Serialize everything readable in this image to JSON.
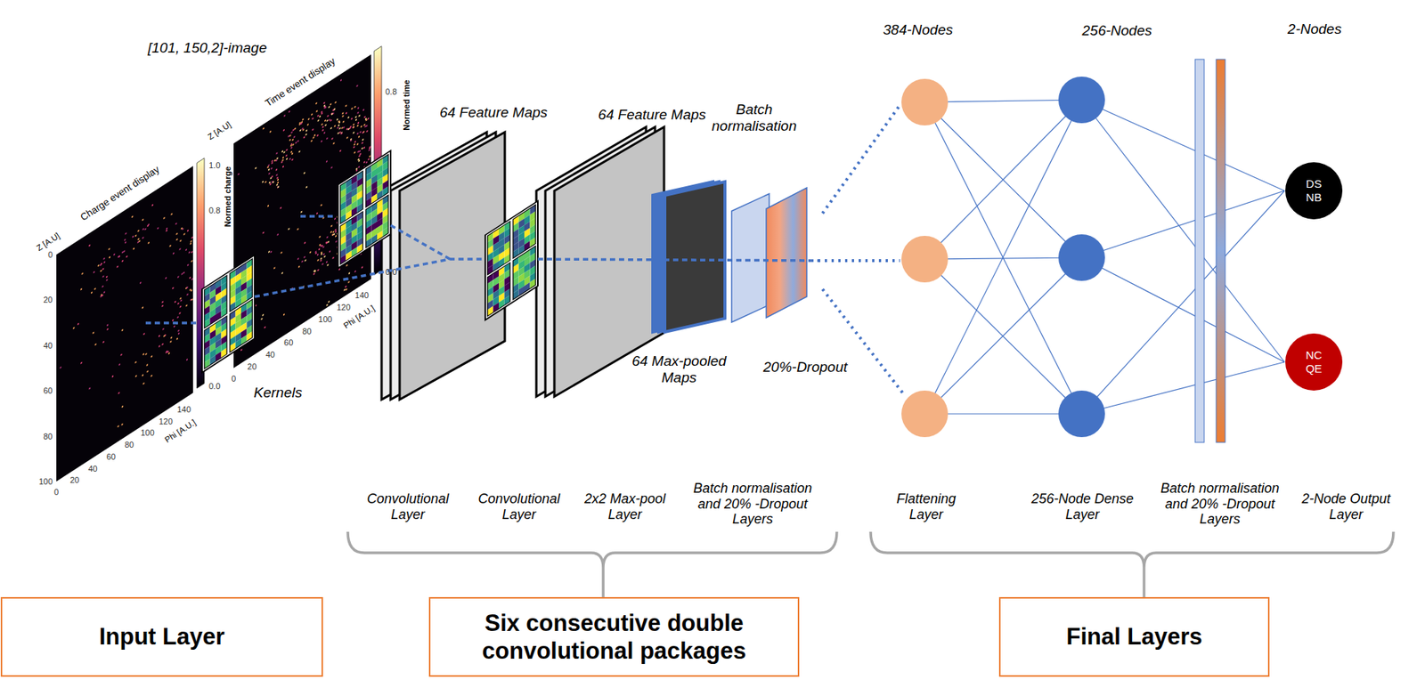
{
  "diagram": {
    "nodes": [
      {
        "text": [
          "DS NB"
        ]
      },
      {
        "text": [
          "NC QE"
        ]
      },
      {
        "text": [
          "Input Layer"
        ]
      },
      {
        "text": [
          "Six consecutive double convolutional packages"
        ]
      },
      {
        "text": [
          "Final Layers"
        ]
      }
    ],
    "labels": [
      "[101, 150,2]-image",
      "Charge event display",
      "Time event display",
      "Z [A.U]",
      "Phi [A.U.]",
      "Z [A.U]",
      "Phi [A.U.]",
      "Normed charge",
      "Normed time",
      "0",
      "20",
      "40",
      "60",
      "80",
      "100",
      "0",
      "20",
      "40",
      "60",
      "80",
      "100",
      "120",
      "140",
      "0",
      "20",
      "40",
      "60",
      "80",
      "100",
      "120",
      "140",
      "1.0",
      "0.8",
      "0.0",
      "0.8",
      "0.0",
      "Kernels",
      "64 Feature Maps",
      "64 Feature Maps",
      "Batch normalisation",
      "64 Max-pooled Maps",
      "20%-Dropout",
      "384-Nodes",
      "256-Nodes",
      "2-Nodes",
      "Convolutional Layer",
      "Convolutional Layer",
      "2x2 Max-pool Layer",
      "Batch normalisation and 20% -Dropout Layers",
      "Flattening Layer",
      "256-Node Dense Layer",
      "Batch normalisation and 20% -Dropout Layers",
      "2-Node Output Layer"
    ]
  }
}
